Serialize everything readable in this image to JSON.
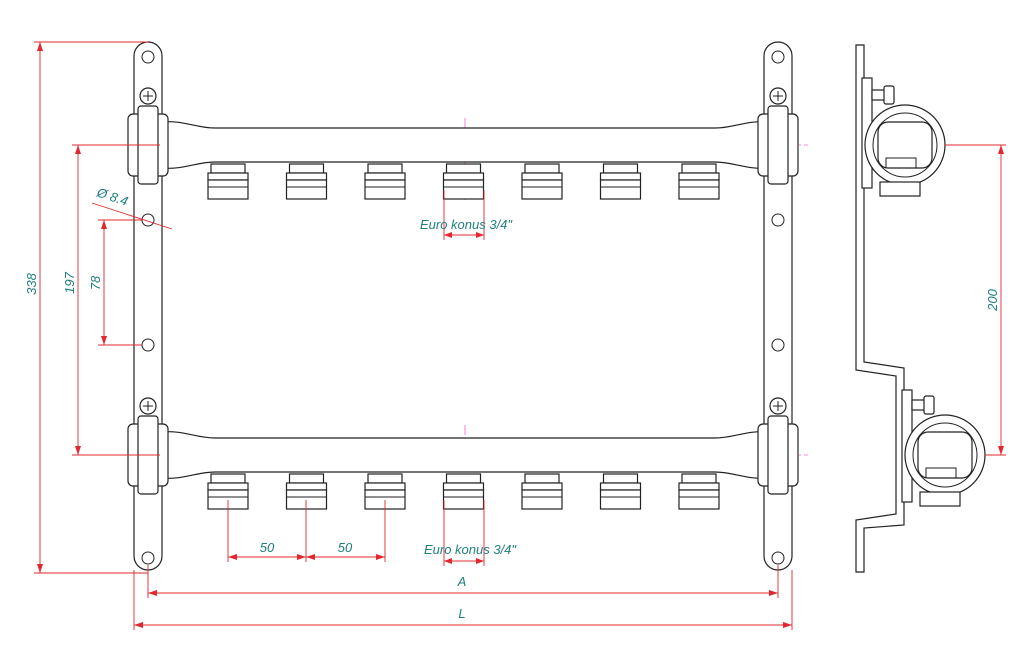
{
  "drawing": {
    "outlet_count": 7,
    "colors": {
      "outline": "#222222",
      "dimension_line": "#e0282e",
      "dimension_text": "#1f7f7f",
      "centerline": "#ff5fd0",
      "background": "#ffffff"
    },
    "dimensions": {
      "overall_height": "338",
      "header_spacing": "197",
      "hole_spacing": "78",
      "hole_diameter": "Ø 8.4",
      "outlet_pitch_1": "50",
      "outlet_pitch_2": "50",
      "side_header_spacing": "200",
      "bracket_hole_distance": "A",
      "overall_length": "L"
    },
    "labels": {
      "outlet_thread_top": "Euro konus 3/4\"",
      "outlet_thread_bottom": "Euro konus 3/4\""
    }
  }
}
